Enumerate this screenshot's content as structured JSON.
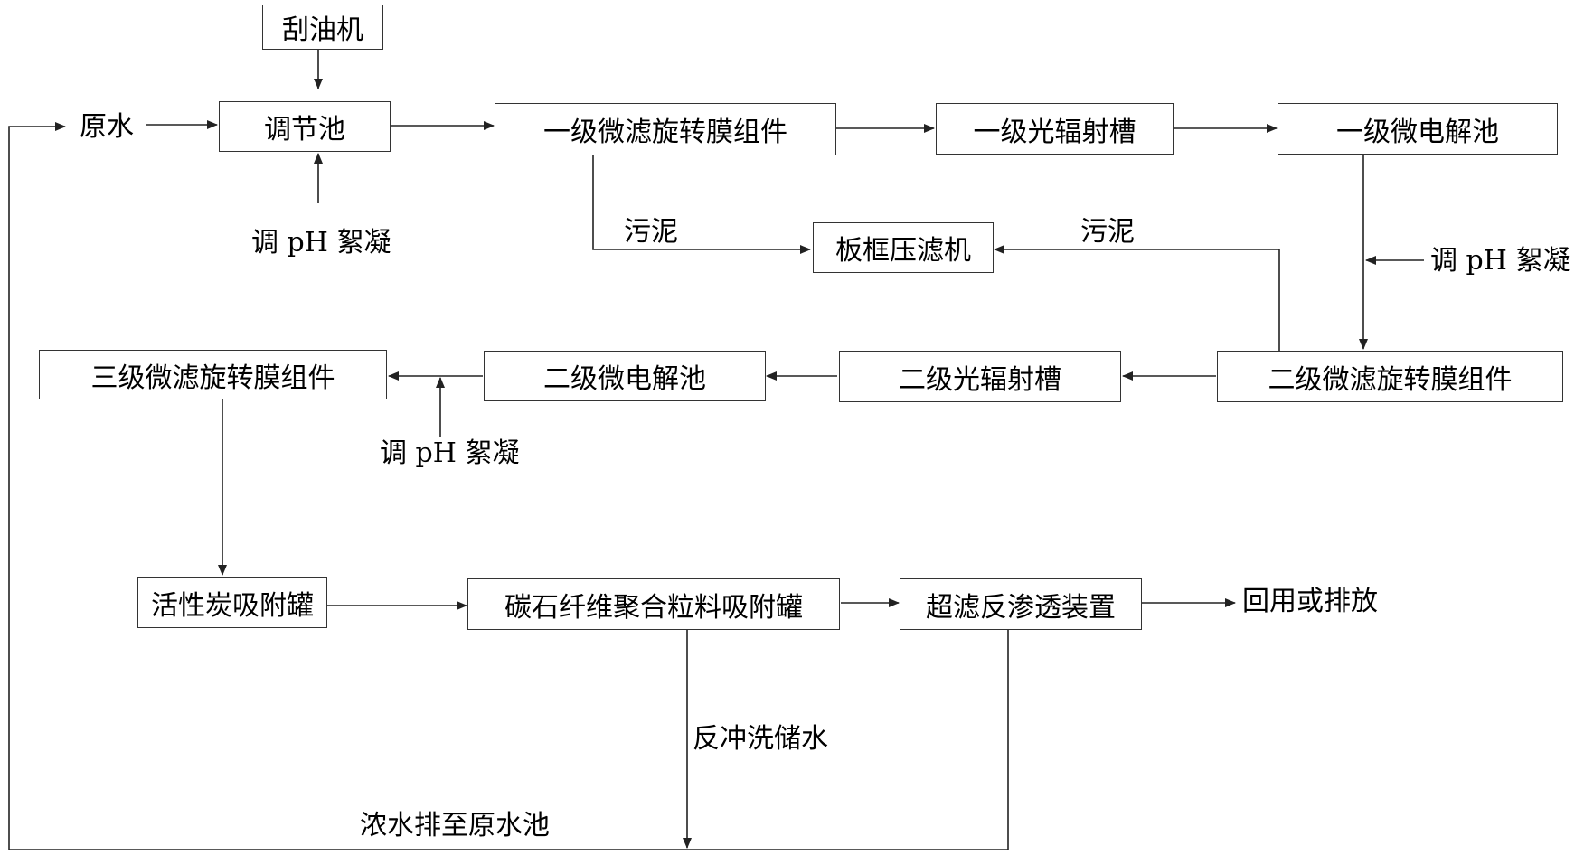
{
  "nodes": {
    "oil_skimmer": "刮油机",
    "raw_water": "原水",
    "regulating_tank": "调节池",
    "micro1": "一级微滤旋转膜组件",
    "photo1": "一级光辐射槽",
    "electro1": "一级微电解池",
    "filter_press": "板框压滤机",
    "micro2": "二级微滤旋转膜组件",
    "photo2": "二级光辐射槽",
    "electro2": "二级微电解池",
    "micro3": "三级微滤旋转膜组件",
    "activated_carbon": "活性炭吸附罐",
    "carbon_stone": "碳石纤维聚合粒料吸附罐",
    "uf_ro": "超滤反渗透装置",
    "reuse": "回用或排放"
  },
  "labels": {
    "ph_floc_1": "调 pH 絮凝",
    "ph_floc_2": "调 pH 絮凝",
    "ph_floc_3": "调 pH 絮凝",
    "sludge_left": "污泥",
    "sludge_right": "污泥",
    "backwash": "反冲洗储水",
    "concentrate": "浓水排至原水池"
  }
}
